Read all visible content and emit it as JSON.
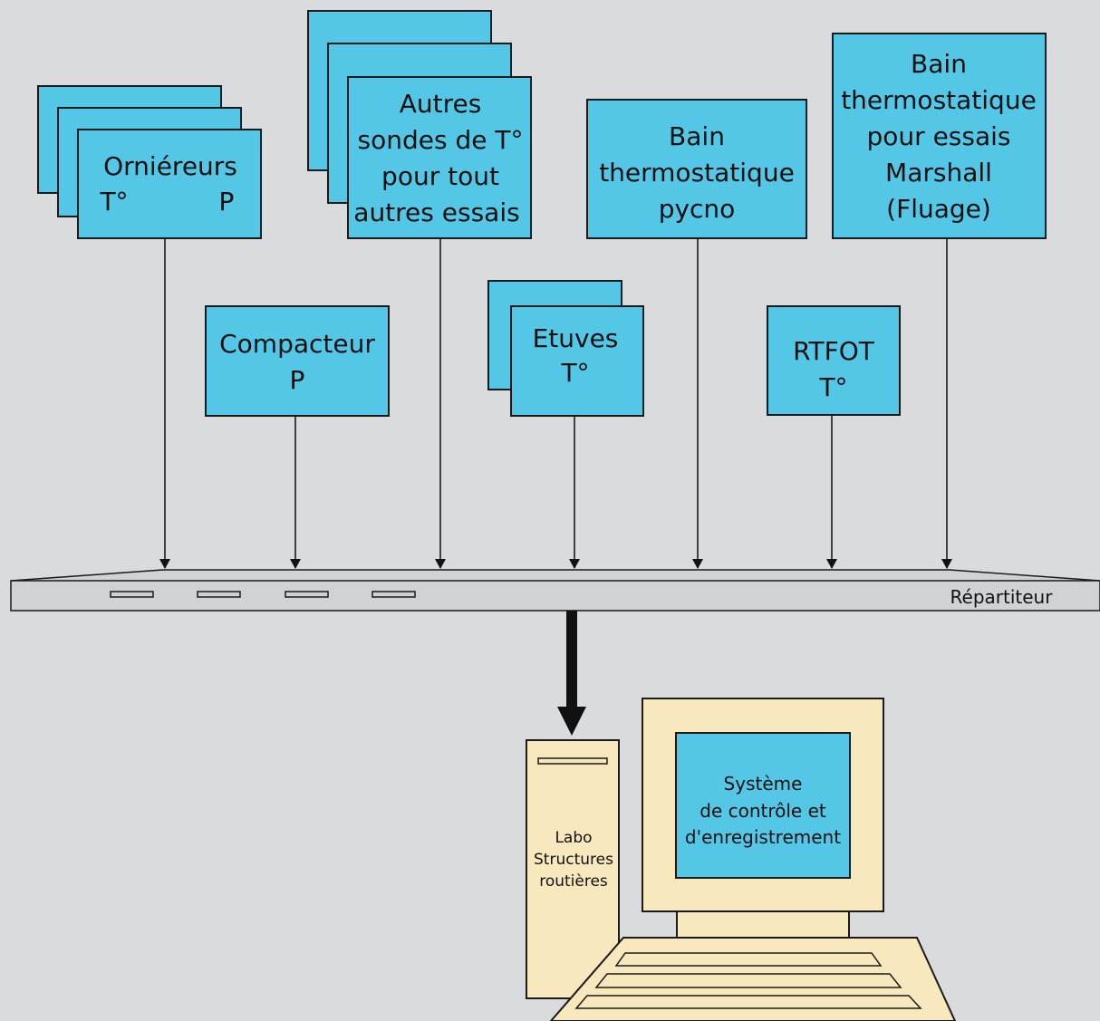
{
  "nodes": {
    "ornierieurs": {
      "line1": "Orniéreurs",
      "left": "T°",
      "right": "P"
    },
    "autres_sondes": {
      "lines": [
        "Autres",
        "sondes de T°",
        "pour tout",
        "autres essais"
      ]
    },
    "bain_pycno": {
      "lines": [
        "Bain",
        "thermostatique",
        "pycno"
      ]
    },
    "bain_marshall": {
      "lines": [
        "Bain",
        "thermostatique",
        "pour essais",
        "Marshall",
        "(Fluage)"
      ]
    },
    "compacteur": {
      "lines": [
        "Compacteur",
        "P"
      ]
    },
    "etuves": {
      "lines": [
        "Etuves",
        "T°"
      ]
    },
    "rtfot": {
      "lines": [
        "RTFOT",
        "T°"
      ]
    }
  },
  "repartiteur": {
    "label": "Répartiteur"
  },
  "tower": {
    "lines": [
      "Labo",
      "Structures",
      "routières"
    ]
  },
  "monitor": {
    "lines": [
      "Système",
      "de contrôle et",
      "d'enregistrement"
    ]
  },
  "colors": {
    "background": "#d9dbdd",
    "box": "#55c7e6",
    "computer": "#f7e9bd",
    "bar": "#d0d3d6"
  }
}
